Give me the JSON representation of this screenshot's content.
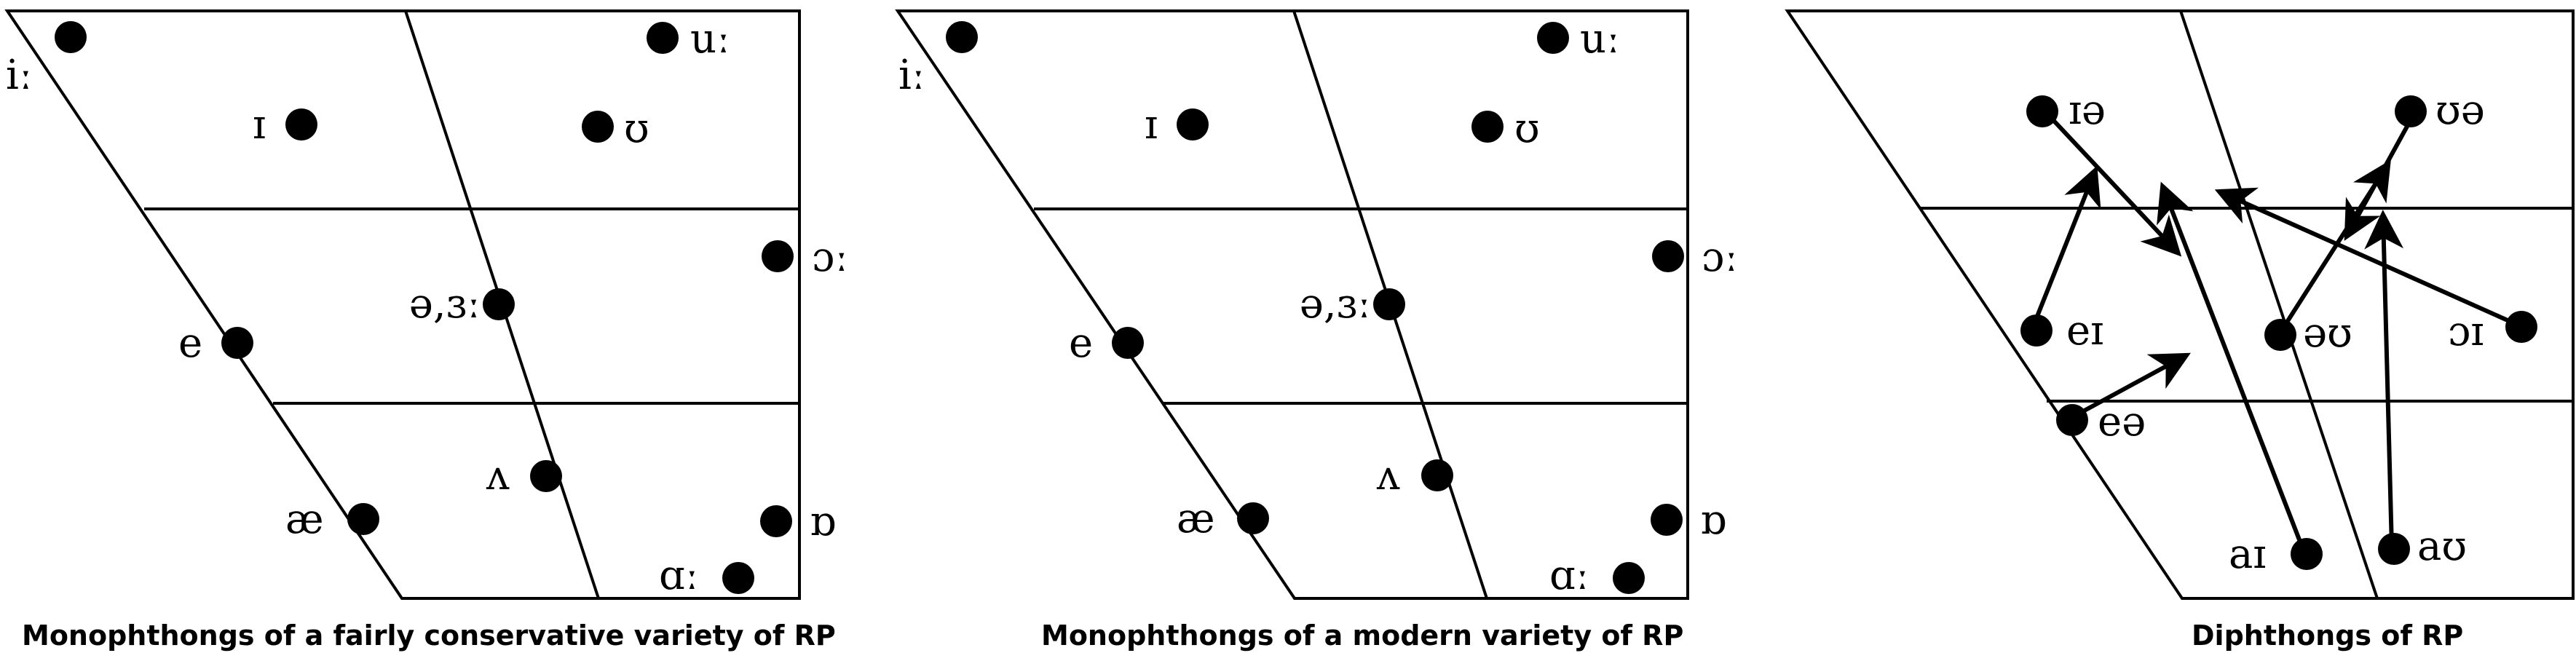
{
  "colors": {
    "ink": "#000000",
    "background": "#ffffff"
  },
  "charts": [
    {
      "caption": "Monophthongs of a fairly conservative variety of RP",
      "vowels": [
        {
          "symbol": "iː"
        },
        {
          "symbol": "uː"
        },
        {
          "symbol": "ɪ"
        },
        {
          "symbol": "ʊ"
        },
        {
          "symbol": "ɔː"
        },
        {
          "symbol": "ə,ɜː"
        },
        {
          "symbol": "e"
        },
        {
          "symbol": "ʌ"
        },
        {
          "symbol": "æ"
        },
        {
          "symbol": "ɒ"
        },
        {
          "symbol": "ɑː"
        }
      ]
    },
    {
      "caption": "Monophthongs of a modern variety of RP",
      "vowels": [
        {
          "symbol": "iː"
        },
        {
          "symbol": "uː"
        },
        {
          "symbol": "ɪ"
        },
        {
          "symbol": "ʊ"
        },
        {
          "symbol": "ɔː"
        },
        {
          "symbol": "ə,ɜː"
        },
        {
          "symbol": "e"
        },
        {
          "symbol": "ʌ"
        },
        {
          "symbol": "æ"
        },
        {
          "symbol": "ɒ"
        },
        {
          "symbol": "ɑː"
        }
      ]
    },
    {
      "caption": "Diphthongs of RP",
      "vowels": [
        {
          "symbol": "ɪə"
        },
        {
          "symbol": "ʊə"
        },
        {
          "symbol": "eɪ"
        },
        {
          "symbol": "əʊ"
        },
        {
          "symbol": "ɔɪ"
        },
        {
          "symbol": "eə"
        },
        {
          "symbol": "aɪ"
        },
        {
          "symbol": "aʊ"
        }
      ]
    }
  ]
}
